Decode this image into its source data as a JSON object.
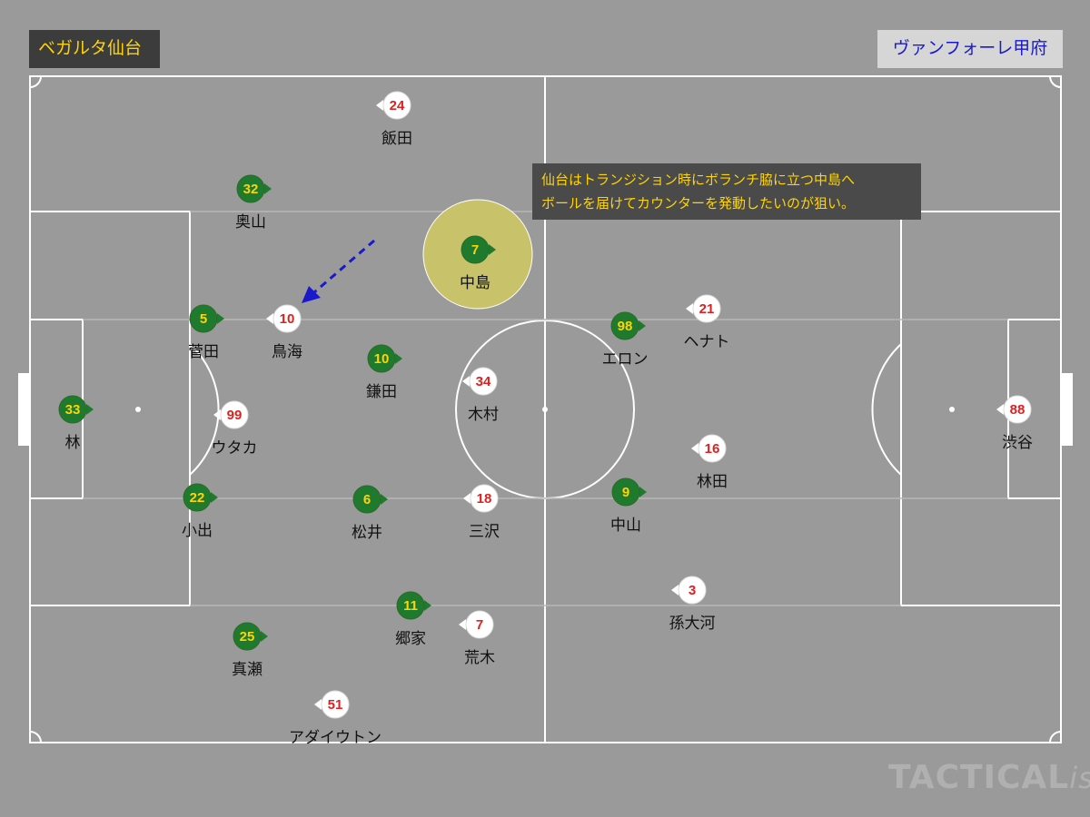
{
  "teams": {
    "home": {
      "name": "ベガルタ仙台",
      "color": "#1f7a2e",
      "number_color": "#ffd400"
    },
    "away": {
      "name": "ヴァンフォーレ甲府",
      "color": "#ffffff",
      "number_color": "#e02020"
    }
  },
  "annotation": {
    "line1": "仙台はトランジション時にボランチ脇に立つ中島へ",
    "line2": "ボールを届けてカウンターを発動したいのが狙い。"
  },
  "highlight": {
    "player": "中島",
    "color": "#c8c26a"
  },
  "pass_arrow": {
    "color": "#1a1acc",
    "style": "dashed",
    "from_player": "",
    "to_player": "鳥海"
  },
  "home_players": [
    {
      "number": "33",
      "name": "林"
    },
    {
      "number": "32",
      "name": "奥山"
    },
    {
      "number": "5",
      "name": "菅田"
    },
    {
      "number": "22",
      "name": "小出"
    },
    {
      "number": "25",
      "name": "真瀬"
    },
    {
      "number": "10",
      "name": "鎌田"
    },
    {
      "number": "6",
      "name": "松井"
    },
    {
      "number": "11",
      "name": "郷家"
    },
    {
      "number": "7",
      "name": "中島"
    },
    {
      "number": "98",
      "name": "エロン"
    },
    {
      "number": "9",
      "name": "中山"
    }
  ],
  "away_players": [
    {
      "number": "24",
      "name": "飯田"
    },
    {
      "number": "10",
      "name": "鳥海"
    },
    {
      "number": "99",
      "name": "ウタカ"
    },
    {
      "number": "34",
      "name": "木村"
    },
    {
      "number": "18",
      "name": "三沢"
    },
    {
      "number": "7",
      "name": "荒木"
    },
    {
      "number": "51",
      "name": "アダイウトン"
    },
    {
      "number": "21",
      "name": "ヘナト"
    },
    {
      "number": "16",
      "name": "林田"
    },
    {
      "number": "3",
      "name": "孫大河"
    },
    {
      "number": "88",
      "name": "渋谷"
    }
  ],
  "watermark": {
    "main": "TACTICAL",
    "italic": "ista"
  }
}
